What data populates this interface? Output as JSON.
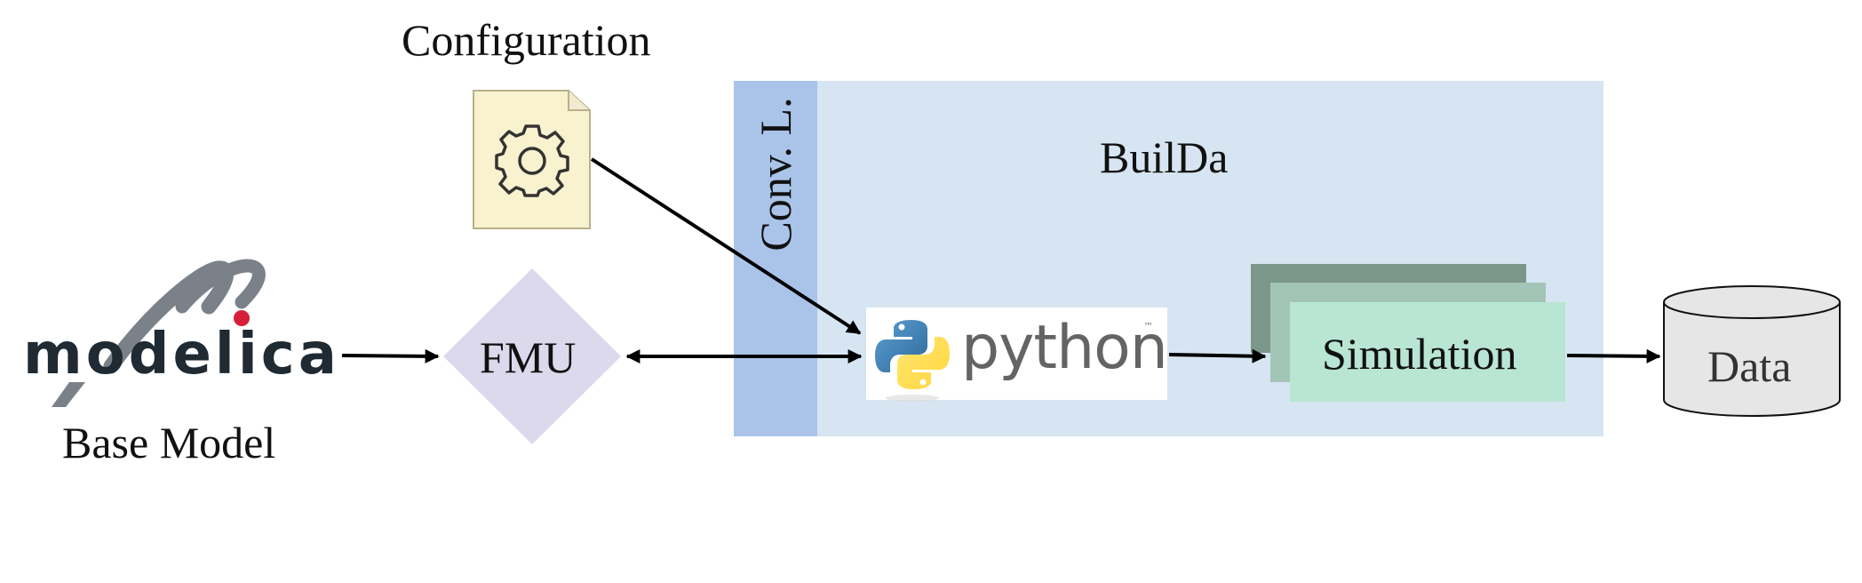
{
  "config": {
    "title": "Configuration"
  },
  "base_model": {
    "label": "Base Model",
    "logo_text": "modelica"
  },
  "fmu": {
    "label": "FMU"
  },
  "builda": {
    "title": "BuilDa",
    "conv_layer_label": "Conv. L.",
    "python_text": "python",
    "python_tm": "™"
  },
  "simulation": {
    "label": "Simulation"
  },
  "data": {
    "label": "Data"
  },
  "colors": {
    "builda_box": "#d6e5f1",
    "conv_band": "#a9c4e8",
    "fmu_diamond": "#dcd9ec",
    "config_file": "#f9f2cf",
    "sim_back": "#7b968b",
    "sim_mid": "#a3c5b8",
    "sim_front": "#b8e5d4",
    "data_cylinder": "#e6e6e6",
    "modelica_red": "#d6203a"
  },
  "icons": {
    "config": "gear-document-icon",
    "python": "python-logo-icon",
    "data": "database-cylinder-icon"
  }
}
